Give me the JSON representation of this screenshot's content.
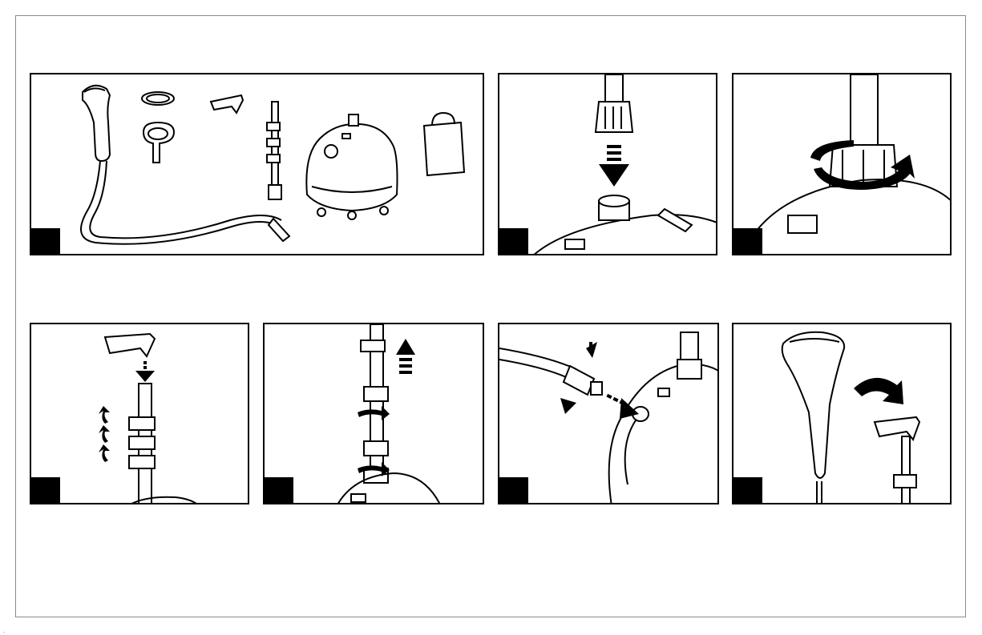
{
  "page": {
    "corner_mark": "."
  },
  "panels": [
    {
      "step_label": ""
    },
    {
      "step_label": ""
    },
    {
      "step_label": ""
    },
    {
      "step_label": ""
    },
    {
      "step_label": ""
    },
    {
      "step_label": ""
    },
    {
      "step_label": ""
    }
  ],
  "illustrations": [
    "steamer-parts-overview",
    "attach-pole-to-base",
    "screw-pole-clockwise",
    "mount-hanger-and-hooks",
    "extend-pole-and-lock",
    "connect-hose-to-base",
    "place-handle-in-holder"
  ],
  "colors": {
    "ink": "#000000",
    "paper": "#ffffff",
    "page_border": "#8a8a8a"
  }
}
